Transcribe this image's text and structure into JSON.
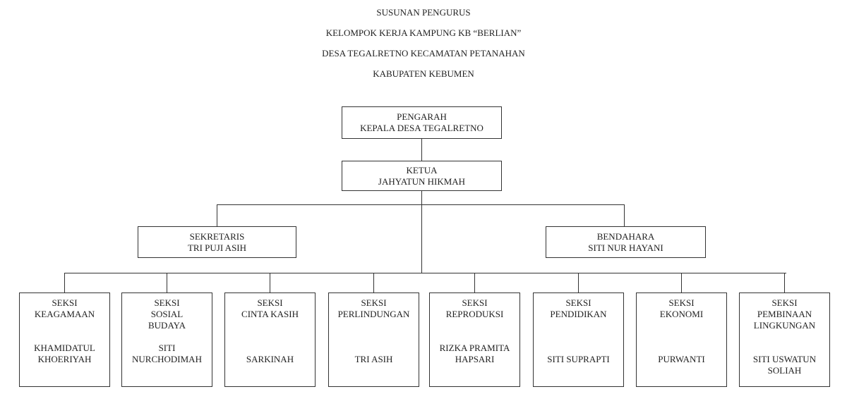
{
  "titles": [
    "SUSUNAN PENGURUS",
    "KELOMPOK KERJA KAMPUNG KB “BERLIAN”",
    "DESA TEGALRETNO KECAMATAN PETANAHAN",
    "KABUPATEN KEBUMEN"
  ],
  "pengarah": {
    "role": "PENGARAH",
    "name": "KEPALA DESA TEGALRETNO"
  },
  "ketua": {
    "role": "KETUA",
    "name": "JAHYATUN HIKMAH"
  },
  "sekretaris": {
    "role": "SEKRETARIS",
    "name": "TRI PUJI ASIH"
  },
  "bendahara": {
    "role": "BENDAHARA",
    "name": "SITI NUR HAYANI"
  },
  "sections": [
    {
      "title": [
        "SEKSI",
        "KEAGAMAAN"
      ],
      "name": [
        "KHAMIDATUL",
        "KHOERIYAH"
      ]
    },
    {
      "title": [
        "SEKSI",
        "SOSIAL",
        "BUDAYA"
      ],
      "name": [
        "SITI",
        "NURCHODIMAH"
      ]
    },
    {
      "title": [
        "SEKSI",
        "CINTA KASIH"
      ],
      "name": [
        "SARKINAH"
      ]
    },
    {
      "title": [
        "SEKSI",
        "PERLINDUNGAN"
      ],
      "name": [
        "TRI ASIH"
      ]
    },
    {
      "title": [
        "SEKSI",
        "REPRODUKSI"
      ],
      "name": [
        "RIZKA PRAMITA",
        "HAPSARI"
      ]
    },
    {
      "title": [
        "SEKSI",
        "PENDIDIKAN"
      ],
      "name": [
        "SITI SUPRAPTI"
      ]
    },
    {
      "title": [
        "SEKSI",
        "EKONOMI"
      ],
      "name": [
        "PURWANTI"
      ]
    },
    {
      "title": [
        "SEKSI",
        "PEMBINAAN",
        "LINGKUNGAN"
      ],
      "name": [
        "SITI USWATUN",
        "SOLIAH"
      ]
    }
  ]
}
